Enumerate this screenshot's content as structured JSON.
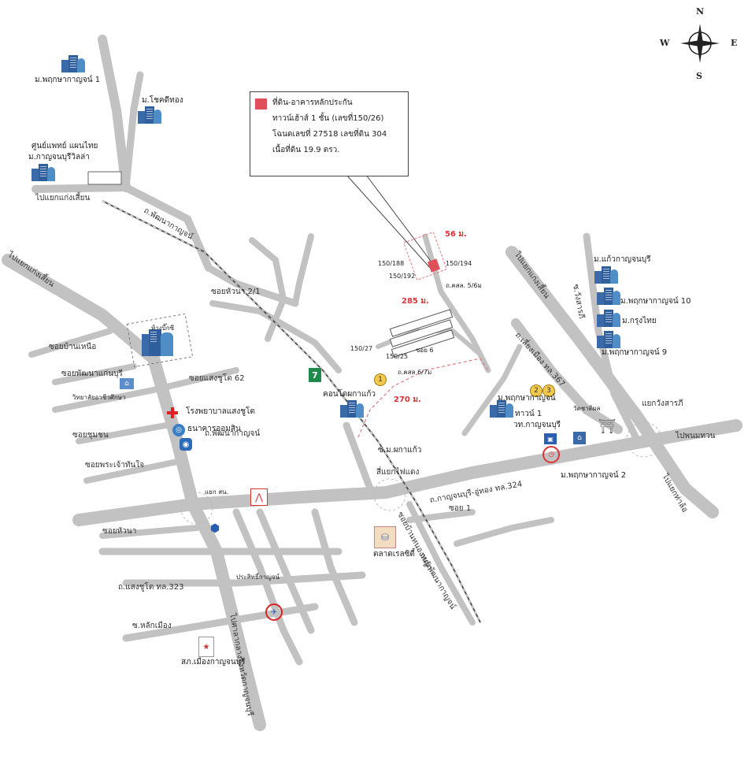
{
  "legend": {
    "line1": "ที่ดิน-อาคารหลักประกัน",
    "line2": "ทาวน์เฮ้าส์ 1 ชั้น (เลขที่150/26)",
    "line3": "โฉนดเลขที่ 27518 เลขที่ดิน 304",
    "line4": "เนื้อที่ดิน 19.9 ตรว.",
    "swatch_color": "#e0505a"
  },
  "compass": {
    "n": "N",
    "s": "S",
    "e": "E",
    "w": "W"
  },
  "villages": {
    "pruksa1": "ม.พฤกษากาญจน์ 1",
    "chokdee": "ม.โชคดีทอง",
    "kanchanaburi_ville": "ม.กาญจนบุรีวิลล่า",
    "center_thai": "ศูนย์แพทย์ แผนไทย",
    "kaew": "ม.แก้วกาญจนบุรี",
    "pruksa10": "ม.พฤกษากาญจน์ 10",
    "krungthai": "ม.กรุงไทย",
    "pruksa9": "ม.พฤกษากาญจน์ 9",
    "pruksa_main": "ม.พฤกษากาญจน์",
    "pruksa2": "ม.พฤกษากาญจน์ 2",
    "condo": "คอนโดผกาแก้ว",
    "soi_pakakaew": "ซ.ม.ผกาแก้ว"
  },
  "roads": {
    "to_kaeng_sian_top": "ไปแยกแก่งเสี้ยน",
    "phatthana_north": "ถ.พัฒนากาญจน์",
    "soi_huana": "ซอยหัวนา 2/1",
    "phatthana_mid": "ถ.พัฒนากาญจน์",
    "to_kaeng_sian_left": "ไปแยกแก่งเสี้ยน",
    "to_kaeng_sian_right": "ไปแยกแก่งเสี้ยน",
    "saeng_chuto": "ถ.แสงชูโต ทล.323",
    "kanchanaburi_uthong": "ถ.กาญจนบุรี-อู่ทอง ทล.324",
    "siang_muang": "ถ.เลี่ยงเมือง ทล.367",
    "to_phanom_thuan": "ไปพนมทวน",
    "to_tha_lo": "ไปแยกท่าล้อ",
    "wang_sarapee": "แยกวังสารภี",
    "si_yaek": "สี่แยกไฟแดง",
    "to_kanchanaburi_bottom": "ไปศาลากลางจังหวัดกาญจนบุรี",
    "phatthana_south": "ถนนพัฒนากาญจน์",
    "soi_baan_nongya": "ซอยบ้านหนองหญ้า",
    "soi1": "ซอย 1",
    "soi_laksmuang": "ซ.หลักเมือง",
    "soi_wangsarapee": "ซ.วังสารภี",
    "soi_ban_mai": "ซอยบ้านเหนือ",
    "soi_pattana": "ซอยพัฒนาแก่นบุรี",
    "soi_chumchon": "ซอยชุมชน",
    "soi_phrachao": "ซอยพระเจ้าทันใจ",
    "soi_kaeng": "ซอยหัวนา",
    "soi_62": "ซอยแสงชูโต 62"
  },
  "plots": {
    "p150_188": "150/188",
    "p150_192": "150/192",
    "p150_194": "150/194",
    "kasl": "ถ.คสล. 5/6ม",
    "p150_27": "150/27",
    "p150_25": "150/25",
    "soi6": "ซอย 6",
    "kasl2": "ถ.คสล 6/7ม",
    "d56": "56 ม.",
    "d285": "285 ม.",
    "d270": "270 ม."
  },
  "places": {
    "hospital": "โรงพยาบาลแสงชูโต",
    "bank": "ธนาคารออมสิน",
    "school": "วิทยาลัยอาชีวศึกษา",
    "town1": "ทาวน์ 1",
    "wat": "วัดชาติผล",
    "court": "วท.กาญจนบุรี",
    "market": "ตลาดเรลซิตี้",
    "police": "สภ.เมืองกาญจนบุรี",
    "department": "ห้างบิ๊กซี",
    "prasit": "ประสิทธิ์กาญจน์",
    "lotus": "แยก สน."
  },
  "markers": {
    "one": "1",
    "two": "2",
    "three": "3"
  },
  "colors": {
    "road": "#bcbcbc",
    "railway": "#555555",
    "accent_red": "#e0303a",
    "building_blue": "#3b6aa8"
  }
}
